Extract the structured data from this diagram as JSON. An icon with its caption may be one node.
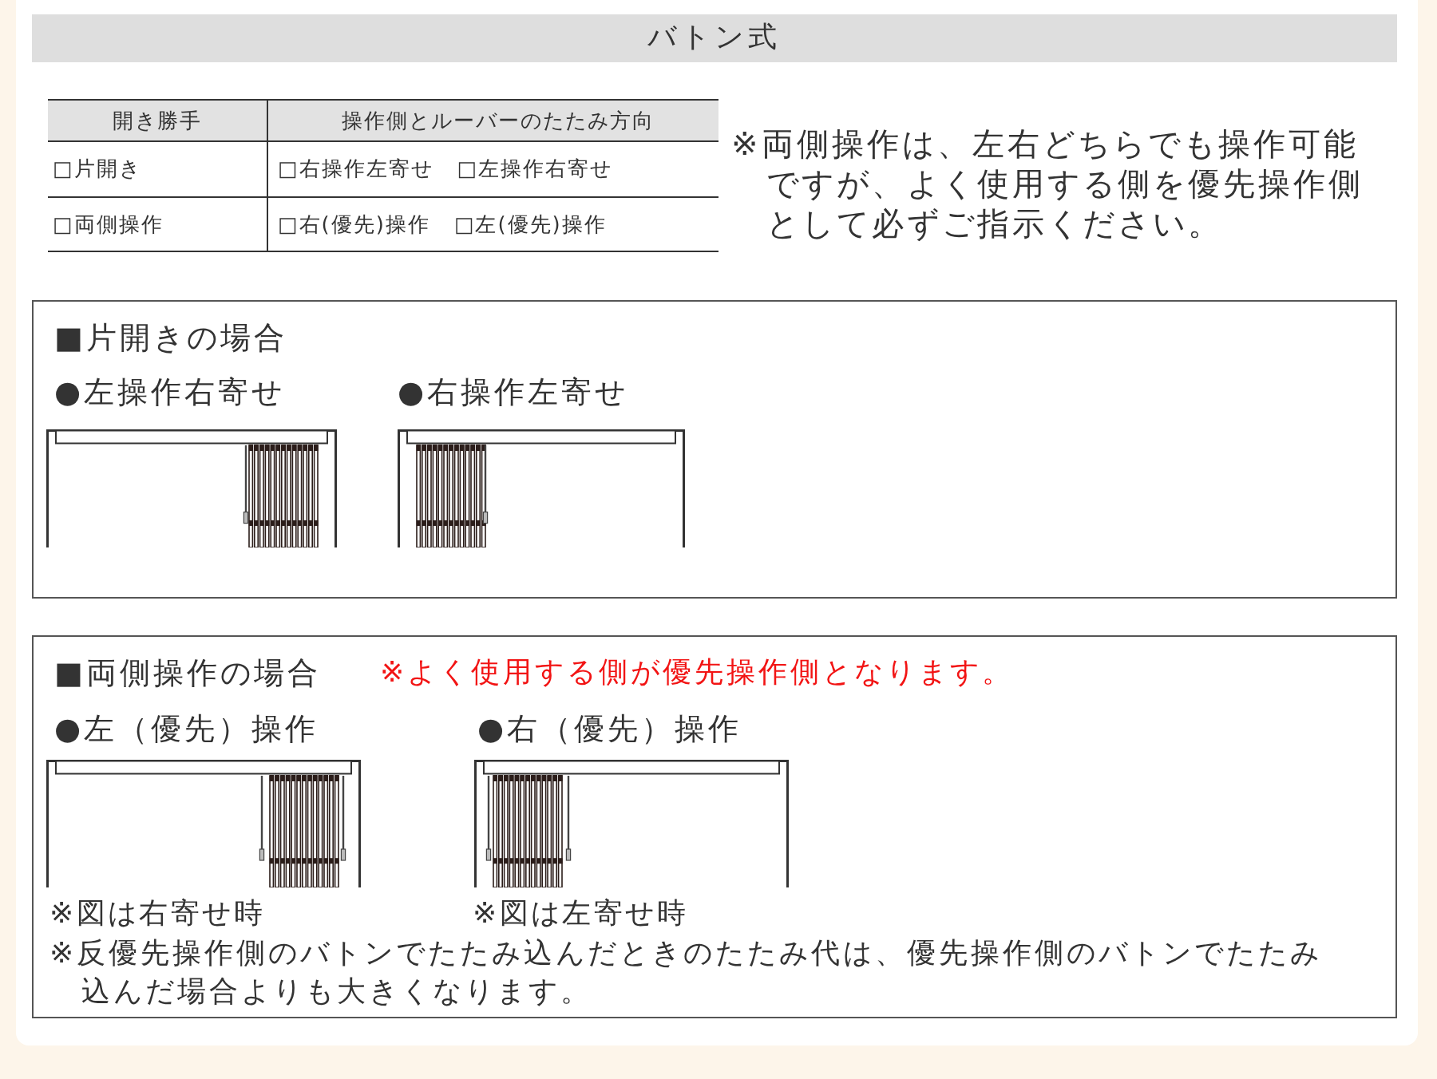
{
  "diagram": {
    "title": "バトン式",
    "nodes": [
      {
        "text": [
          "■片開きの場合",
          "●左操作右寄せ",
          "●右操作左寄せ"
        ]
      },
      {
        "text": [
          "■両側操作の場合",
          "※よく使用する側が優先操作側となります。",
          "●左（優先）操作",
          "●右（優先）操作",
          "※図は右寄せ時",
          "※図は左寄せ時",
          "※反優先操作側のバトンでたたみ込んだときのたたみ代は、優先操作側のバトンでたたみ込んだ場合よりも大きくなります。"
        ]
      }
    ],
    "labels": [
      "開き勝手",
      "操作側とルーバーのたたみ方向",
      "□片開き",
      "□右操作左寄せ",
      "□左操作右寄せ",
      "□両側操作",
      "□右(優先)操作",
      "□左(優先)操作",
      "※両側操作は、左右どちらでも操作可能ですが、よく使用する側を優先操作側として必ずご指示ください。"
    ]
  }
}
